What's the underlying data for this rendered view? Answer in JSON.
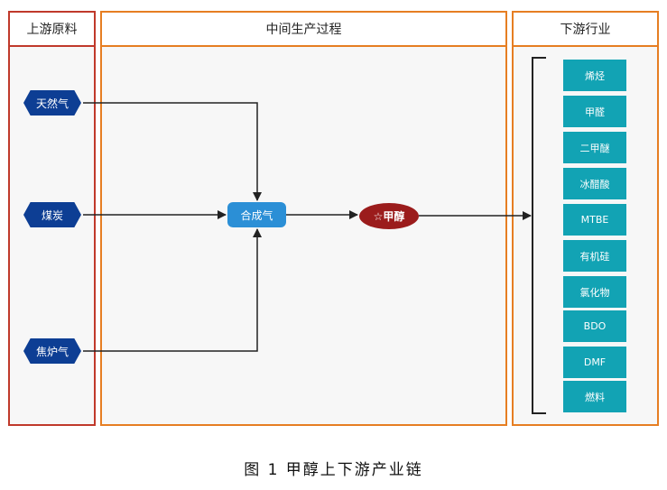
{
  "panels": {
    "upstream": "上游原料",
    "midstream": "中间生产过程",
    "downstream": "下游行业"
  },
  "raw_materials": [
    "天然气",
    "煤炭",
    "焦炉气"
  ],
  "intermediate": "合成气",
  "core": "☆甲醇",
  "products": [
    "烯烃",
    "甲醛",
    "二甲醚",
    "冰醋酸",
    "MTBE",
    "有机硅",
    "氯化物",
    "BDO",
    "DMF",
    "燃料"
  ],
  "caption": "图 1 甲醇上下游产业链",
  "colors": {
    "upstream_border": "#c0392b",
    "mid_border": "#e67e22",
    "raw_node": "#0d3e94",
    "syngas_node": "#2b8fd6",
    "methanol_node": "#9b1c1c",
    "product_node": "#12a3b4"
  }
}
